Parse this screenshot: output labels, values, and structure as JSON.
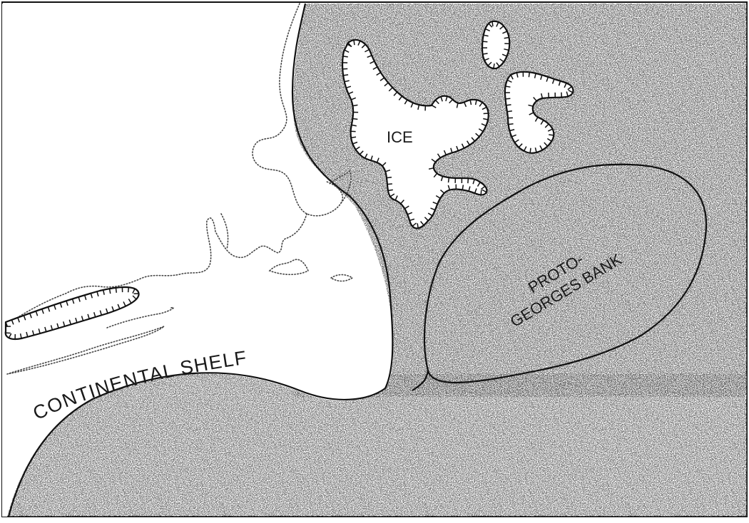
{
  "map": {
    "labels": {
      "continental_shelf": "CONTINENTAL SHELF",
      "ice": "ICE",
      "bank_line1": "PROTO-",
      "bank_line2": "GEORGES BANK"
    },
    "colors": {
      "ink": "#111111",
      "stipple": "#333333",
      "paper": "#ffffff"
    },
    "legend_symbols": {
      "ice_margin": "hachured-line",
      "shoreline": "dotted-line",
      "shelf_edge": "solid-line",
      "deep_water": "stipple-pattern"
    }
  }
}
